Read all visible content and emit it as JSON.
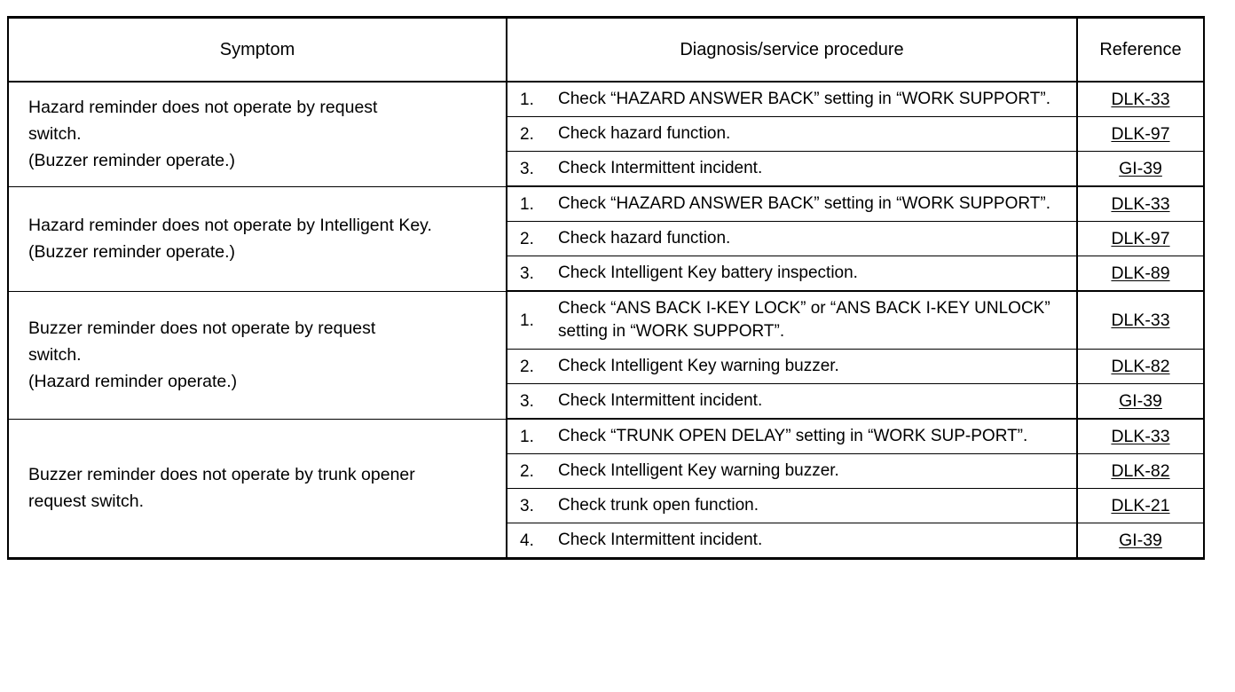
{
  "table": {
    "headers": {
      "symptom": "Symptom",
      "procedure": "Diagnosis/service procedure",
      "reference": "Reference"
    },
    "groups": [
      {
        "symptom_lines": [
          "Hazard reminder does not operate by request",
          "switch.",
          "(Buzzer reminder operate.)"
        ],
        "steps": [
          {
            "number": "1.",
            "text": "Check “HAZARD ANSWER BACK” setting in “WORK SUPPORT”.",
            "reference": "DLK-33"
          },
          {
            "number": "2.",
            "text": "Check hazard function.",
            "reference": "DLK-97"
          },
          {
            "number": "3.",
            "text": "Check Intermittent incident.",
            "reference": "GI-39"
          }
        ]
      },
      {
        "symptom_lines": [
          "Hazard reminder does not operate by Intelligent Key.",
          "(Buzzer reminder operate.)"
        ],
        "steps": [
          {
            "number": "1.",
            "text": "Check “HAZARD ANSWER BACK” setting in “WORK SUPPORT”.",
            "reference": "DLK-33"
          },
          {
            "number": "2.",
            "text": "Check hazard function.",
            "reference": "DLK-97"
          },
          {
            "number": "3.",
            "text": "Check Intelligent Key battery inspection.",
            "reference": "DLK-89"
          }
        ]
      },
      {
        "symptom_lines": [
          "Buzzer reminder does not operate by request",
          "switch.",
          "(Hazard reminder operate.)"
        ],
        "steps": [
          {
            "number": "1.",
            "text": "Check “ANS BACK I-KEY LOCK” or “ANS BACK I-KEY UNLOCK” setting in “WORK SUPPORT”.",
            "reference": "DLK-33"
          },
          {
            "number": "2.",
            "text": "Check Intelligent Key warning buzzer.",
            "reference": "DLK-82"
          },
          {
            "number": "3.",
            "text": "Check Intermittent incident.",
            "reference": "GI-39"
          }
        ]
      },
      {
        "symptom_lines": [
          "Buzzer reminder does not operate by trunk opener",
          "request switch."
        ],
        "steps": [
          {
            "number": "1.",
            "text": "Check “TRUNK OPEN DELAY” setting in “WORK SUP-PORT”.",
            "reference": "DLK-33"
          },
          {
            "number": "2.",
            "text": "Check Intelligent Key warning buzzer.",
            "reference": "DLK-82"
          },
          {
            "number": "3.",
            "text": "Check trunk open function.",
            "reference": "DLK-21"
          },
          {
            "number": "4.",
            "text": "Check Intermittent incident.",
            "reference": "GI-39"
          }
        ]
      }
    ]
  }
}
